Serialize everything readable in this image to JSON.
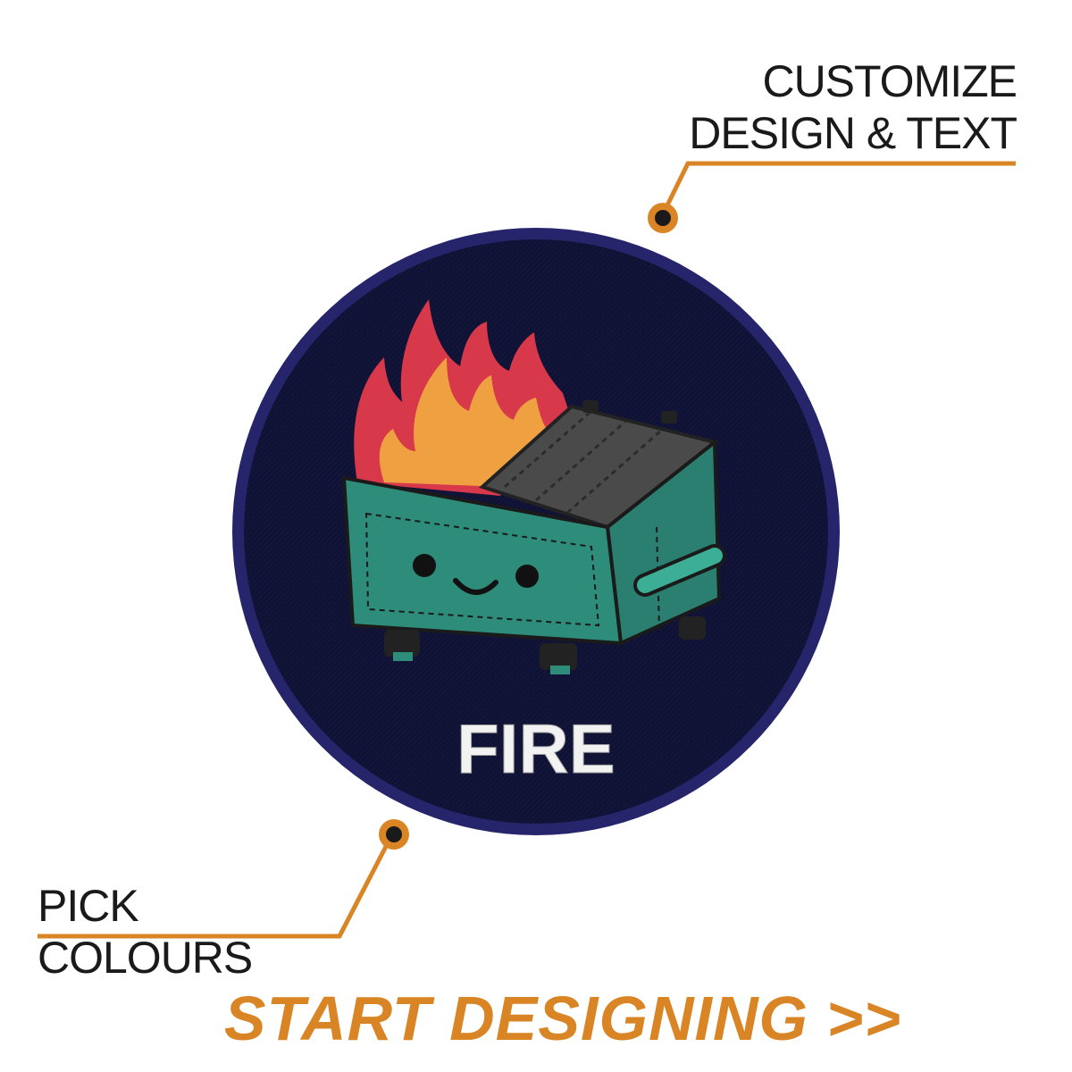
{
  "callouts": {
    "top_line1": "CUSTOMIZE",
    "top_line2": "DESIGN & TEXT",
    "bottom": "PICK COLOURS"
  },
  "patch": {
    "text": "FIRE",
    "border_color": "#26246b",
    "background_color": "#0f1233",
    "text_color": "#f2f2f2",
    "flame_outer_color": "#d7384a",
    "flame_inner_color": "#efa142",
    "dumpster_color": "#2e8c7a",
    "lid_color": "#4a4a4a",
    "icon": "dumpster-fire-icon"
  },
  "cta": {
    "label": "START DESIGNING >>"
  },
  "colors": {
    "accent": "#d98525",
    "text": "#1a1a1a"
  }
}
